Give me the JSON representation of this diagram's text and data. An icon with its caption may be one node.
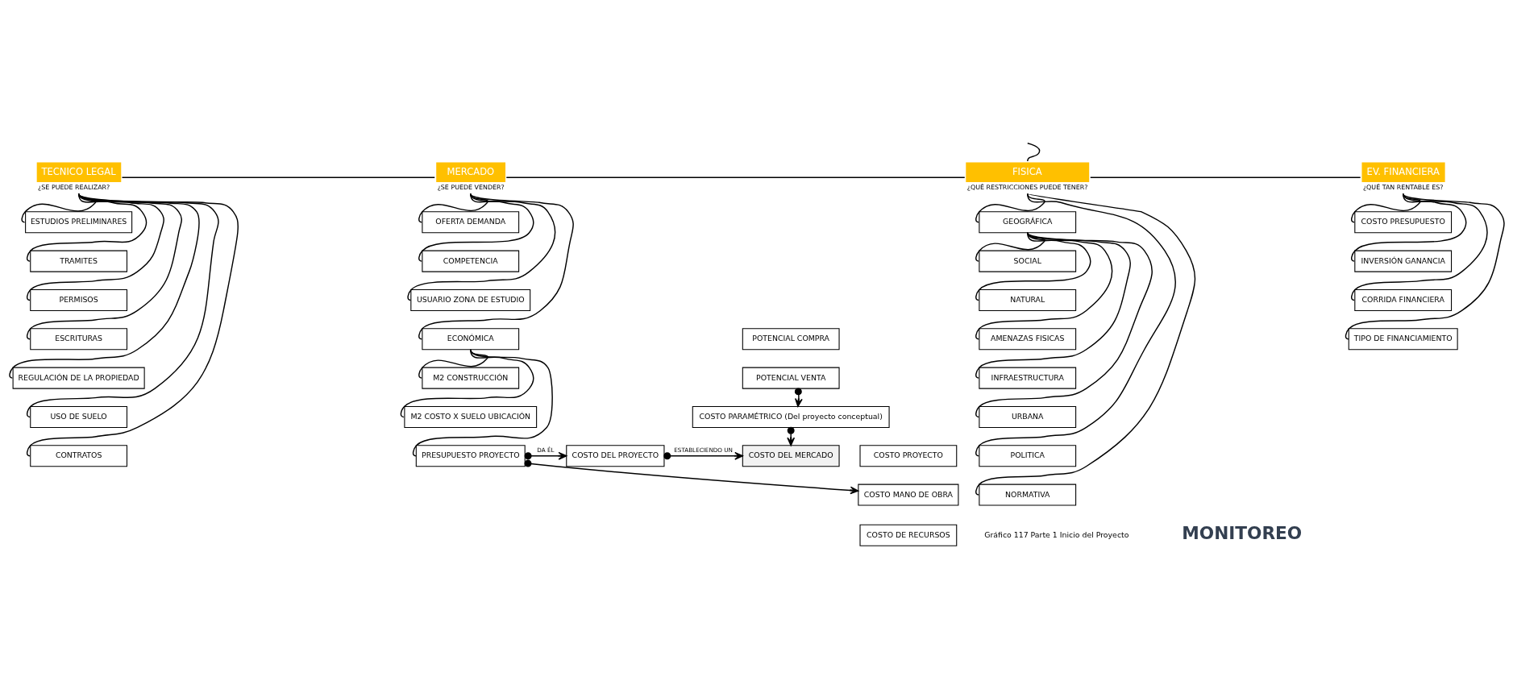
{
  "diagram": {
    "nodes": [
      {
        "text": [
          "TECNICO LEGAL"
        ],
        "beside": [
          "¿SE PUEDE REALIZAR?"
        ]
      },
      {
        "text": [
          "ESTUDIOS PRELIMINARES"
        ]
      },
      {
        "text": [
          "TRAMITES"
        ]
      },
      {
        "text": [
          "PERMISOS"
        ]
      },
      {
        "text": [
          "ESCRITURAS"
        ]
      },
      {
        "text": [
          "REGULACIÓN DE LA PROPIEDAD"
        ]
      },
      {
        "text": [
          "USO DE SUELO"
        ]
      },
      {
        "text": [
          "CONTRATOS"
        ]
      },
      {
        "text": [
          "MERCADO"
        ],
        "beside": [
          "¿SE PUEDE VENDER?"
        ]
      },
      {
        "text": [
          "OFERTA DEMANDA"
        ]
      },
      {
        "text": [
          "COMPETENCIA"
        ]
      },
      {
        "text": [
          "USUARIO ZONA DE ESTUDIO"
        ]
      },
      {
        "text": [
          "ECONÓMICA"
        ]
      },
      {
        "text": [
          "M2 CONSTRUCCIÓN"
        ]
      },
      {
        "text": [
          "M2 COSTO X SUELO UBICACIÓN"
        ]
      },
      {
        "text": [
          "PRESUPUESTO PROYECTO"
        ]
      },
      {
        "text": [
          "FISICA"
        ],
        "beside": [
          "¿QUÉ RESTRICCIONES PUEDE TENER?"
        ]
      },
      {
        "text": [
          "GEOGRÁFICA"
        ]
      },
      {
        "text": [
          "SOCIAL"
        ]
      },
      {
        "text": [
          "NATURAL"
        ]
      },
      {
        "text": [
          "AMENAZAS FISICAS"
        ]
      },
      {
        "text": [
          "INFRAESTRUCTURA"
        ]
      },
      {
        "text": [
          "URBANA"
        ]
      },
      {
        "text": [
          "POLITICA"
        ]
      },
      {
        "text": [
          "NORMATIVA"
        ]
      },
      {
        "text": [
          "EV. FINANCIERA"
        ],
        "beside": [
          "¿QUÉ TAN RENTABLE ES?"
        ]
      },
      {
        "text": [
          "COSTO PRESUPUESTO"
        ]
      },
      {
        "text": [
          "INVERSIÓN GANANCIA"
        ]
      },
      {
        "text": [
          "CORRIDA FINANCIERA"
        ]
      },
      {
        "text": [
          "TIPO DE FINANCIAMIENTO"
        ]
      },
      {
        "text": [
          "POTENCIAL COMPRA"
        ]
      },
      {
        "text": [
          "POTENCIAL VENTA"
        ]
      },
      {
        "text": [
          "COSTO PARAMÉTRICO (Del proyecto conceptual)"
        ]
      },
      {
        "text": [
          "COSTO DEL MERCADO"
        ]
      },
      {
        "text": [
          "COSTO DEL PROYECTO"
        ]
      },
      {
        "text": [
          "COSTO PROYECTO"
        ]
      },
      {
        "text": [
          "COSTO MANO DE OBRA"
        ]
      },
      {
        "text": [
          "COSTO DE RECURSOS"
        ]
      }
    ],
    "edges": [
      {
        "from": 0,
        "to": 8,
        "arrow": "none"
      },
      {
        "from": 8,
        "to": 16,
        "arrow": "none"
      },
      {
        "from": 16,
        "to": 25,
        "arrow": "none"
      },
      {
        "from": 16,
        "to": null,
        "arrow": "none"
      },
      {
        "from": 0,
        "to": 1,
        "arrow": "none"
      },
      {
        "from": 0,
        "to": 2,
        "arrow": "none"
      },
      {
        "from": 0,
        "to": 3,
        "arrow": "none"
      },
      {
        "from": 0,
        "to": 4,
        "arrow": "none"
      },
      {
        "from": 0,
        "to": 5,
        "arrow": "none"
      },
      {
        "from": 0,
        "to": 6,
        "arrow": "none"
      },
      {
        "from": 0,
        "to": 7,
        "arrow": "none"
      },
      {
        "from": 8,
        "to": 9,
        "arrow": "none"
      },
      {
        "from": 8,
        "to": 10,
        "arrow": "none"
      },
      {
        "from": 8,
        "to": 11,
        "arrow": "none"
      },
      {
        "from": 8,
        "to": 12,
        "arrow": "none"
      },
      {
        "from": 12,
        "to": 13,
        "arrow": "none"
      },
      {
        "from": 12,
        "to": 14,
        "arrow": "none"
      },
      {
        "from": 12,
        "to": 15,
        "arrow": "none"
      },
      {
        "from": 16,
        "to": 17,
        "arrow": "none"
      },
      {
        "from": 17,
        "to": 18,
        "arrow": "none"
      },
      {
        "from": 17,
        "to": 19,
        "arrow": "none"
      },
      {
        "from": 17,
        "to": 20,
        "arrow": "none"
      },
      {
        "from": 17,
        "to": 21,
        "arrow": "none"
      },
      {
        "from": 17,
        "to": 22,
        "arrow": "none"
      },
      {
        "from": 16,
        "to": 23,
        "arrow": "none"
      },
      {
        "from": 16,
        "to": 24,
        "arrow": "none"
      },
      {
        "from": 25,
        "to": 26,
        "arrow": "none"
      },
      {
        "from": 25,
        "to": 27,
        "arrow": "none"
      },
      {
        "from": 25,
        "to": 28,
        "arrow": "none"
      },
      {
        "from": 25,
        "to": 29,
        "arrow": "none"
      },
      {
        "from": 31,
        "to": 32,
        "arrow": "to"
      },
      {
        "from": 32,
        "to": 33,
        "arrow": "to"
      },
      {
        "from": 15,
        "to": 34,
        "arrow": "to",
        "label": "DA ÉL"
      },
      {
        "from": 34,
        "to": 33,
        "arrow": "to",
        "label": "ESTABLECIENDO UN"
      },
      {
        "from": 15,
        "to": 36,
        "arrow": "to"
      }
    ],
    "labels": [
      "Gráfico 117 Parte 1 Inicio del Proyecto",
      "MONITOREO"
    ]
  }
}
